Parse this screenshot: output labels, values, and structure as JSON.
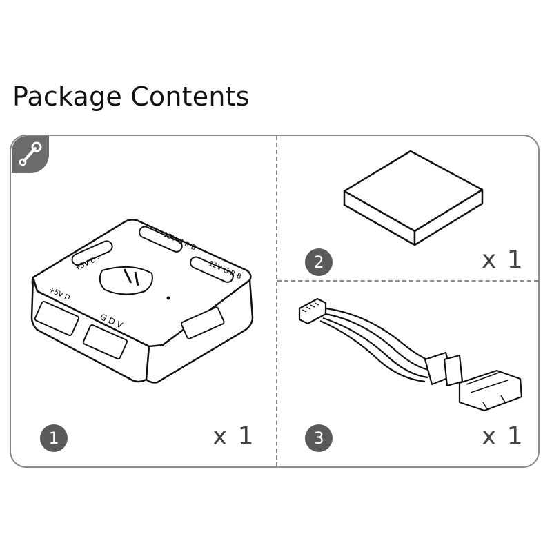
{
  "heading": "Package Contents",
  "items": [
    {
      "number": "1",
      "quantity": "x 1",
      "icon": "rgb-hub-icon",
      "labels": {
        "top_port": "12V G R B",
        "right_port": "12V G R B",
        "pwr_left": "+5V D",
        "pwr_top": "+5V D -",
        "front_right": "G D V"
      }
    },
    {
      "number": "2",
      "quantity": "x 1",
      "icon": "adhesive-pad-icon"
    },
    {
      "number": "3",
      "quantity": "x 1",
      "icon": "sata-power-cable-icon"
    }
  ],
  "badge_icon": "wrench-icon"
}
